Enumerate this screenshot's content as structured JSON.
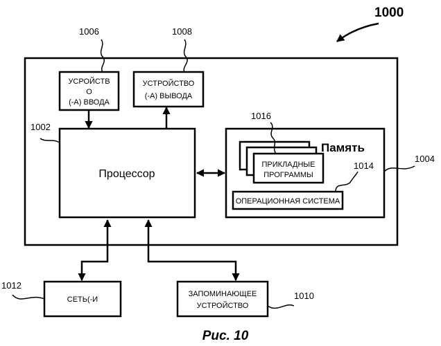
{
  "figure": {
    "number": "1000",
    "caption": "Рис. 10"
  },
  "refs": {
    "processor": "1002",
    "memory": "1004",
    "input_devices": "1006",
    "output_devices": "1008",
    "storage": "1010",
    "network": "1012",
    "os": "1014",
    "applications": "1016"
  },
  "blocks": {
    "input_devices": [
      "УСРОЙСТВ",
      "О",
      "(-А) ВВОДА"
    ],
    "output_devices": [
      "УСТРОЙСТВО",
      "(-А) ВЫВОДА"
    ],
    "processor": "Процессор",
    "memory": "Память",
    "applications": [
      "ПРИКЛАДНЫЕ",
      "ПРОГРАММЫ"
    ],
    "os": "ОПЕРАЦИОННАЯ СИСТЕМА",
    "network": "СЕТЬ(-И",
    "storage": [
      "ЗАПОМИНАЮЩЕЕ",
      "УСТРОЙСТВО"
    ]
  }
}
